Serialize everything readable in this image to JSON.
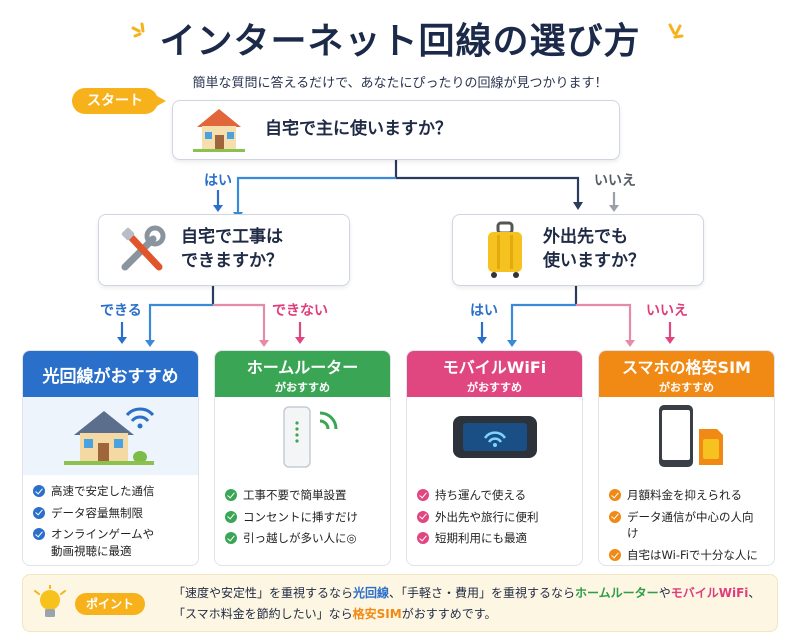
{
  "title": "インターネット回線の選び方",
  "subtitle": "簡単な質問に答えるだけで、あなたにぴったりの回線が見つかります！",
  "start_label": "スタート",
  "questions": {
    "q1": "自宅で主に使いますか？",
    "q2_line1": "自宅で工事は",
    "q2_line2": "できますか？",
    "q3_line1": "外出先でも",
    "q3_line2": "使いますか？"
  },
  "branches": {
    "yes": "はい",
    "no": "いいえ",
    "can": "できる",
    "cannot": "できない"
  },
  "cards": [
    {
      "title": "光回線がおすすめ",
      "sub": "",
      "color": "#2a6fc9",
      "items": [
        "高速で安定した通信",
        "データ容量無制限",
        "オンラインゲームや",
        "動画視聴に最適"
      ]
    },
    {
      "title": "ホームルーター",
      "sub": "がおすすめ",
      "color": "#3aa655",
      "items": [
        "工事不要で簡単設置",
        "コンセントに挿すだけ",
        "引っ越しが多い人に◎"
      ]
    },
    {
      "title": "モバイルWiFi",
      "sub": "がおすすめ",
      "color": "#e0467f",
      "items": [
        "持ち運んで使える",
        "外出先や旅行に便利",
        "短期利用にも最適"
      ]
    },
    {
      "title": "スマホの格安SIM",
      "sub": "がおすすめ",
      "color": "#f08a14",
      "items": [
        "月額料金を抑えられる",
        "データ通信が中心の人向け",
        "自宅はWi-Fiで十分な人に◎"
      ]
    }
  ],
  "point": {
    "label": "ポイント",
    "p1": "「速度や安定性」を重視するなら",
    "e1": "光回線",
    "p2": "、「手軽さ・費用」を重視するなら",
    "e2": "ホームルーター",
    "p3": "や",
    "e3": "モバイルWiFi",
    "p4": "、",
    "p5": "「スマホ料金を節約したい」なら",
    "e4": "格安SIM",
    "p6": "がおすすめです。"
  },
  "colors": {
    "blue": "#2a6fc9",
    "green": "#3aa655",
    "pink": "#e0467f",
    "orange": "#f08a14",
    "yellow": "#f7b21b",
    "navy": "#1c2a4a"
  }
}
